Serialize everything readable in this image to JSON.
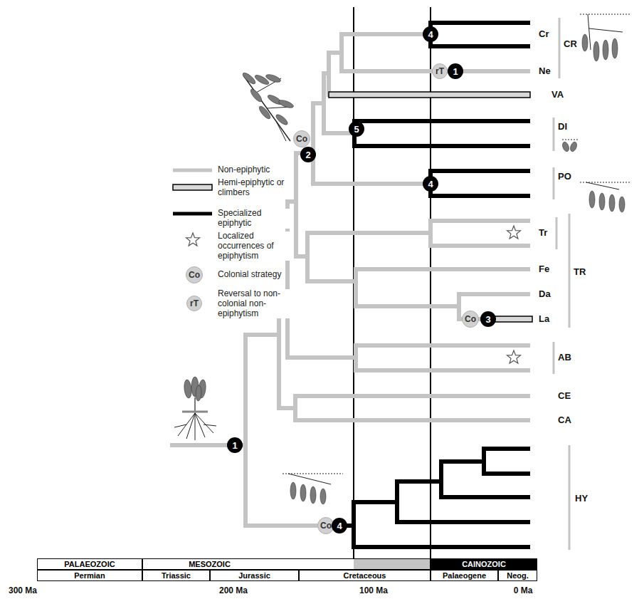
{
  "diagram": {
    "nodes": [
      {
        "text": [
          "4"
        ]
      },
      {
        "text": [
          "rT"
        ]
      },
      {
        "text": [
          "1"
        ]
      },
      {
        "text": [
          "Co"
        ]
      },
      {
        "text": [
          "2"
        ]
      },
      {
        "text": [
          "5"
        ]
      },
      {
        "text": [
          "4"
        ]
      },
      {
        "text": [
          "Co"
        ]
      },
      {
        "text": [
          "3"
        ]
      },
      {
        "text": [
          "1"
        ]
      },
      {
        "text": [
          "Co"
        ]
      },
      {
        "text": [
          "4"
        ]
      },
      {
        "text": [
          "Co"
        ]
      },
      {
        "text": [
          "rT"
        ]
      },
      {
        "text": [
          "PALAEOZOIC"
        ]
      },
      {
        "text": [
          "MESOZOIC"
        ]
      },
      {
        "text": [
          "CAINOZOIC"
        ]
      },
      {
        "text": [
          "Permian"
        ]
      },
      {
        "text": [
          "Triassic"
        ]
      },
      {
        "text": [
          "Jurassic"
        ]
      },
      {
        "text": [
          "Cretaceous"
        ]
      },
      {
        "text": [
          "Palaeogene"
        ]
      },
      {
        "text": [
          "Neog."
        ]
      }
    ],
    "labels": [
      "Cr",
      "CR",
      "Ne",
      "VA",
      "DI",
      "PO",
      "Tr",
      "TR",
      "Fe",
      "Da",
      "La",
      "AB",
      "CE",
      "CA",
      "HY",
      "300 Ma",
      "200 Ma",
      "100 Ma",
      "0 Ma"
    ],
    "legend": [
      {
        "text": "Non-epiphytic"
      },
      {
        "text": "Hemi-epiphytic or climbers"
      },
      {
        "text": "Specialized epiphytic"
      },
      {
        "text": "Localized occurrences of epiphytism"
      },
      {
        "text": "Colonial strategy"
      },
      {
        "text": "Reversal to non-colonial non-epiphytism"
      }
    ]
  }
}
